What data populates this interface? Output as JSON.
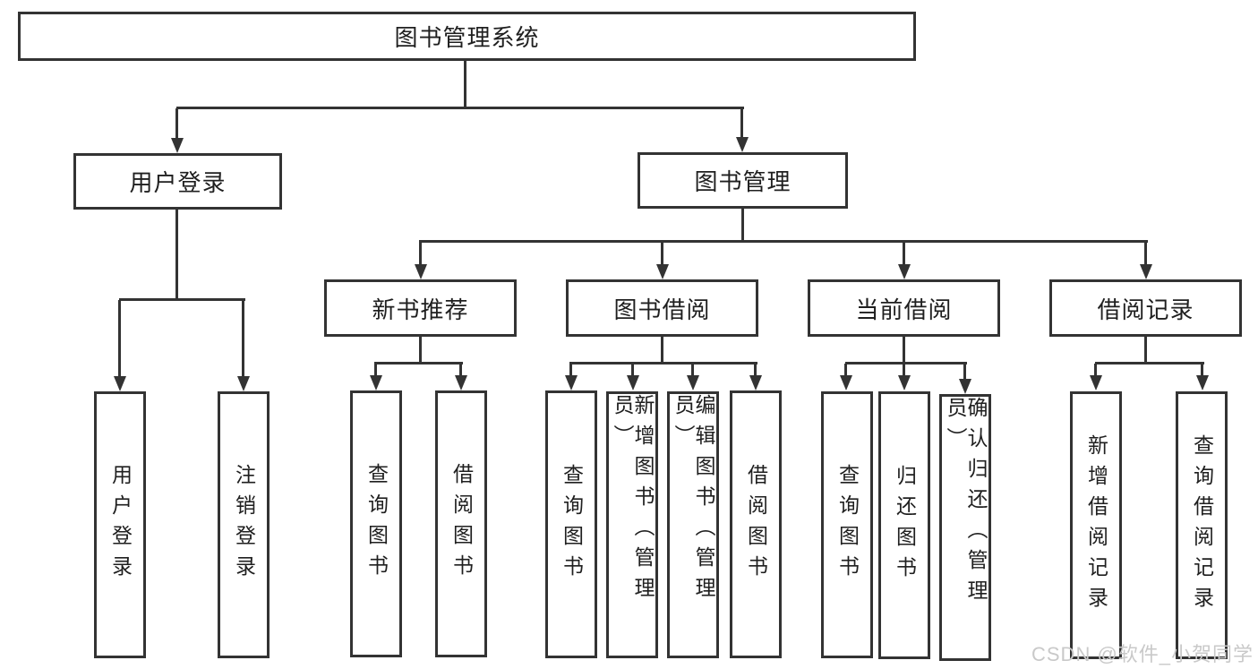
{
  "tree": {
    "label": "图书管理系统",
    "children": [
      {
        "label": "用户登录",
        "children": [
          {
            "label": "用户登录"
          },
          {
            "label": "注销登录"
          }
        ]
      },
      {
        "label": "图书管理",
        "children": [
          {
            "label": "新书推荐",
            "children": [
              {
                "label": "查询图书"
              },
              {
                "label": "借阅图书"
              }
            ]
          },
          {
            "label": "图书借阅",
            "children": [
              {
                "label": "查询图书"
              },
              {
                "label": "新增图书（管理员）"
              },
              {
                "label": "编辑图书（管理员）"
              },
              {
                "label": "借阅图书"
              }
            ]
          },
          {
            "label": "当前借阅",
            "children": [
              {
                "label": "查询图书"
              },
              {
                "label": "归还图书"
              },
              {
                "label": "确认归还（管理员）"
              }
            ]
          },
          {
            "label": "借阅记录",
            "children": [
              {
                "label": "新增借阅记录"
              },
              {
                "label": "查询借阅记录"
              }
            ]
          }
        ]
      }
    ]
  },
  "watermark": {
    "text": "CSDN @软件_小贺同学"
  },
  "colors": {
    "line": "#333333",
    "text": "#1f1f1f",
    "watermark": "#c9c9c9",
    "bg": "#ffffff"
  }
}
